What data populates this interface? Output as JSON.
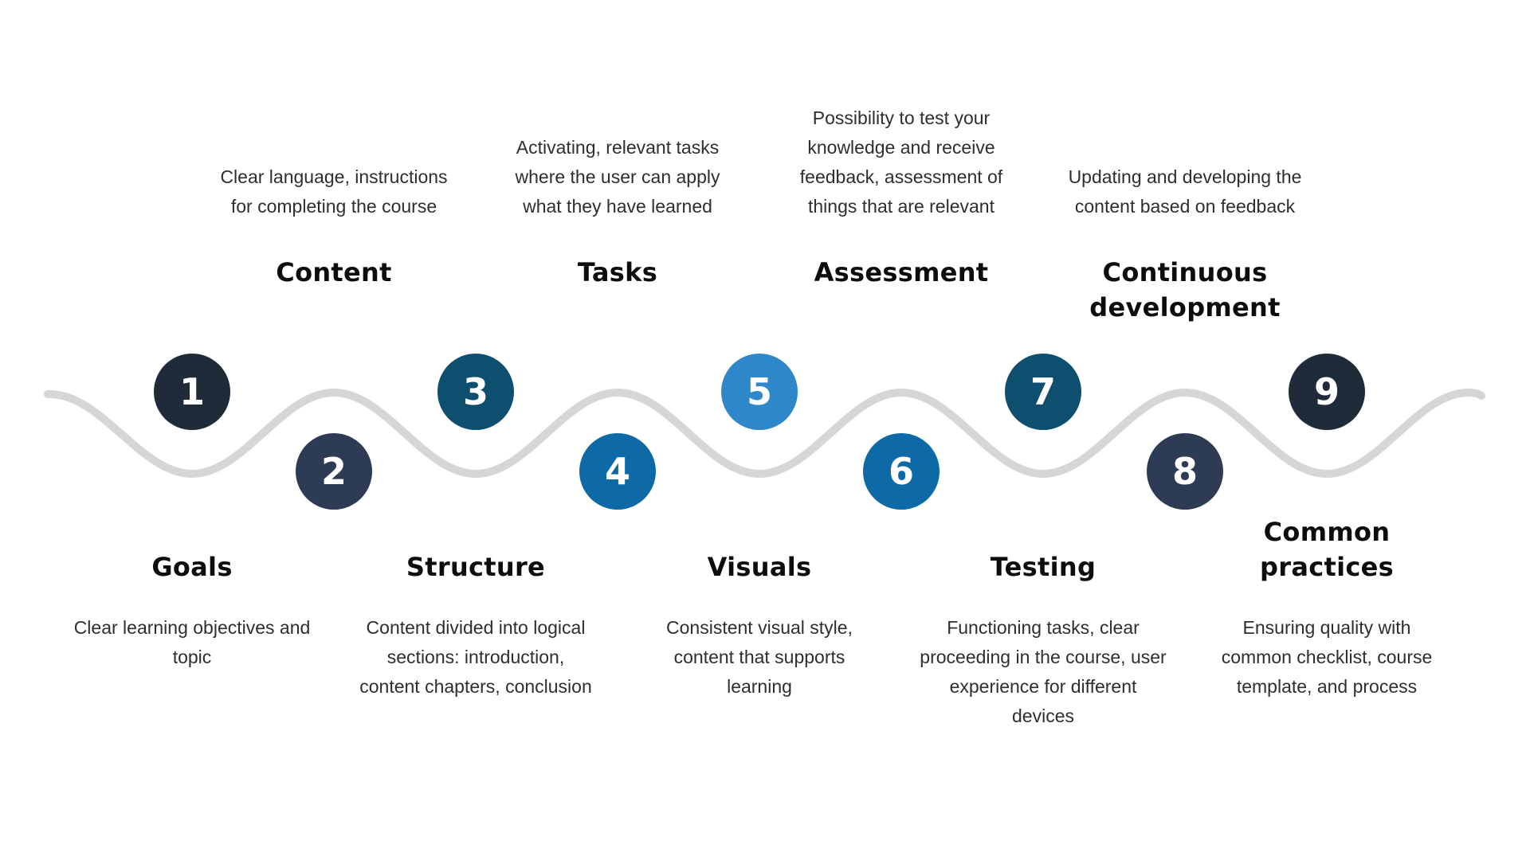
{
  "wave": {
    "color": "#d5d6d8"
  },
  "steps": [
    {
      "number": "1",
      "label": "Goals",
      "label_lines": [
        "Goals"
      ],
      "circle_color": "#1f2b39",
      "description_lines": [
        "Clear learning objectives and",
        "topic"
      ]
    },
    {
      "number": "2",
      "label": "Content",
      "label_lines": [
        "Content"
      ],
      "circle_color": "#2e3b55",
      "description_lines": [
        "Clear language, instructions",
        "for completing the course"
      ]
    },
    {
      "number": "3",
      "label": "Structure",
      "label_lines": [
        "Structure"
      ],
      "circle_color": "#0e4e6f",
      "description_lines": [
        "Content divided into logical",
        "sections: introduction,",
        "content chapters, conclusion"
      ]
    },
    {
      "number": "4",
      "label": "Tasks",
      "label_lines": [
        "Tasks"
      ],
      "circle_color": "#0d6aa6",
      "description_lines": [
        "Activating, relevant tasks",
        "where the user can apply",
        "what they have learned"
      ]
    },
    {
      "number": "5",
      "label": "Visuals",
      "label_lines": [
        "Visuals"
      ],
      "circle_color": "#2d87c8",
      "description_lines": [
        "Consistent visual style,",
        "content that supports",
        "learning"
      ]
    },
    {
      "number": "6",
      "label": "Assessment",
      "label_lines": [
        "Assessment"
      ],
      "circle_color": "#0d6aa6",
      "description_lines": [
        "Possibility to test your",
        "knowledge and receive",
        "feedback, assessment of",
        "things that are relevant"
      ]
    },
    {
      "number": "7",
      "label": "Testing",
      "label_lines": [
        "Testing"
      ],
      "circle_color": "#0e4e6f",
      "description_lines": [
        "Functioning tasks, clear",
        "proceeding in the course, user",
        "experience for different",
        "devices"
      ]
    },
    {
      "number": "8",
      "label": "Continuous development",
      "label_lines": [
        "Continuous",
        "development"
      ],
      "circle_color": "#2e3b55",
      "description_lines": [
        "Updating and developing the",
        "content based on feedback"
      ]
    },
    {
      "number": "9",
      "label": "Common practices",
      "label_lines": [
        "Common",
        "practices"
      ],
      "circle_color": "#1f2b39",
      "description_lines": [
        "Ensuring quality with",
        "common checklist, course",
        "template, and process"
      ]
    }
  ]
}
